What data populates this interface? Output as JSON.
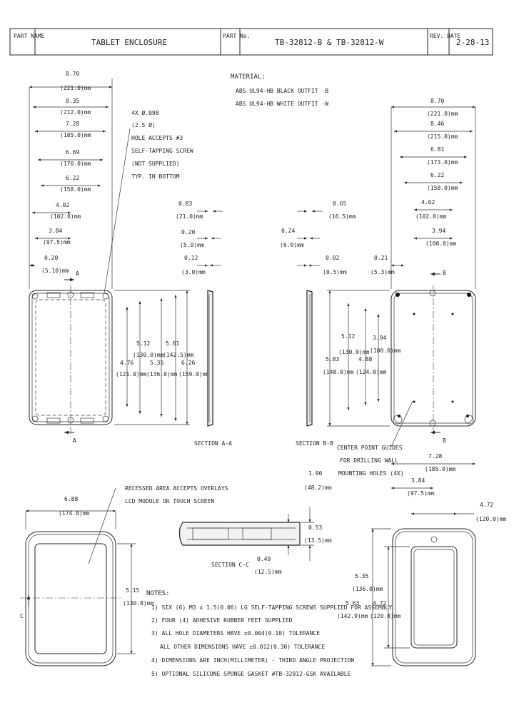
{
  "title_block": {
    "part_name_label": "PART NAME",
    "part_name": "TABLET ENCLOSURE",
    "part_no_label": "PART No.",
    "part_no": "TB-32812-B  &  TB-32812-W",
    "rev_date_label": "REV. DATE",
    "rev_date": "2-28-13"
  },
  "material": {
    "label": "MATERIAL:",
    "line1": "ABS UL94-HB BLACK OUTFIT -B",
    "line2": "ABS UL94-HB WHITE OUTFIT -W"
  },
  "callouts": {
    "screw_holes": [
      "4X Ø.098",
      "(2.5 Ø)",
      "HOLE ACCEPTS #3",
      "SELF-TAPPING SCREW",
      "(NOT SUPPLIED)",
      "TYP. IN BOTTOM"
    ],
    "center_point": [
      "CENTER POINT GUIDES",
      "FOR DRILLING WALL",
      "MOUNTING HOLES (4X)"
    ],
    "recessed": [
      "RECESSED AREA ACCEPTS OVERLAYS",
      "LCD MODULE OR TOUCH SCREEN"
    ]
  },
  "sections": {
    "aa": "SECTION A-A",
    "bb": "SECTION B-B",
    "cc": "SECTION C-C",
    "marker_a": "A",
    "marker_b": "B",
    "marker_c": "C"
  },
  "dims_front": {
    "d870": [
      "8.70",
      "(221.0)mm"
    ],
    "d835": [
      "8.35",
      "(212.0)mm"
    ],
    "d728": [
      "7.28",
      "(185.0)mm"
    ],
    "d669": [
      "6.69",
      "(170.0)mm"
    ],
    "d622": [
      "6.22",
      "(158.0)mm"
    ],
    "d402": [
      "4.02",
      "(102.0)mm"
    ],
    "d384": [
      "3.84",
      "(97.5)mm"
    ],
    "d020": [
      "0.20",
      "(5.10)mm"
    ],
    "d512": [
      "5.12",
      "(130.0)mm"
    ],
    "d561": [
      "5.61",
      "(142.5)mm"
    ],
    "d476": [
      "4.76",
      "(121.0)mm"
    ],
    "d535": [
      "5.35",
      "(136.0)mm"
    ],
    "d626": [
      "6.26",
      "(159.0)mm"
    ]
  },
  "dims_side": {
    "d083": [
      "0.83",
      "(21.0)mm"
    ],
    "d020": [
      "0.20",
      "(5.0)mm"
    ],
    "d012": [
      "0.12",
      "(3.0)mm"
    ],
    "d065": [
      "0.65",
      "(16.5)mm"
    ],
    "d024": [
      "0.24",
      "(6.0)mm"
    ],
    "d002": [
      "0.02",
      "(0.5)mm"
    ],
    "d021": [
      "0.21",
      "(5.3)mm"
    ],
    "d190": [
      "1.90",
      "(48.2)mm"
    ],
    "d053": [
      "0.53",
      "(13.5)mm"
    ],
    "d049": [
      "0.49",
      "(12.5)mm"
    ]
  },
  "dims_back": {
    "d870": [
      "8.70",
      "(221.0)mm"
    ],
    "d846": [
      "8.46",
      "(215.0)mm"
    ],
    "d681": [
      "6.81",
      "(173.0)mm"
    ],
    "d622": [
      "6.22",
      "(158.0)mm"
    ],
    "d402": [
      "4.02",
      "(102.0)mm"
    ],
    "d394": [
      "3.94",
      "(100.0)mm"
    ],
    "d512": [
      "5.12",
      "(130.0)mm"
    ],
    "d394v": [
      "3.94",
      "(100.0)mm"
    ],
    "d488": [
      "4.88",
      "(124.0)mm"
    ],
    "d583": [
      "5.83",
      "(148.0)mm"
    ],
    "d728": [
      "7.28",
      "(185.0)mm"
    ],
    "d384": [
      "3.84",
      "(97.5)mm"
    ]
  },
  "dims_bottom": {
    "d688": [
      "6.88",
      "(174.8)mm"
    ],
    "d515": [
      "5.15",
      "(130.8)mm"
    ],
    "d472": [
      "4.72",
      "(120.0)mm"
    ],
    "d535": [
      "5.35",
      "(136.0)mm"
    ],
    "d563": [
      "5.63",
      "(142.9)mm"
    ],
    "d472b": [
      "4.72",
      "(120.0)mm"
    ]
  },
  "notes": {
    "title": "NOTES:",
    "n1": "1) SIX (6) M3 x 1.5(0.06) LG SELF-TAPPING SCREWS SUPPLIED FOR ASSEMBLY",
    "n2": "2) FOUR (4) ADHESIVE RUBBER FEET SUPPLIED",
    "n3": "3) ALL HOLE DIAMETERS HAVE ±0.004(0.10) TOLERANCE",
    "n3b": "ALL OTHER DIMENSIONS HAVE ±0.012(0.30) TOLERANCE",
    "n4": "4) DIMENSIONS ARE INCH(MILLIMETER) - THIRD ANGLE PROJECTION",
    "n5": "5) OPTIONAL SILICONE SPONGE GASKET #TB-32812-GSK AVAILABLE"
  }
}
